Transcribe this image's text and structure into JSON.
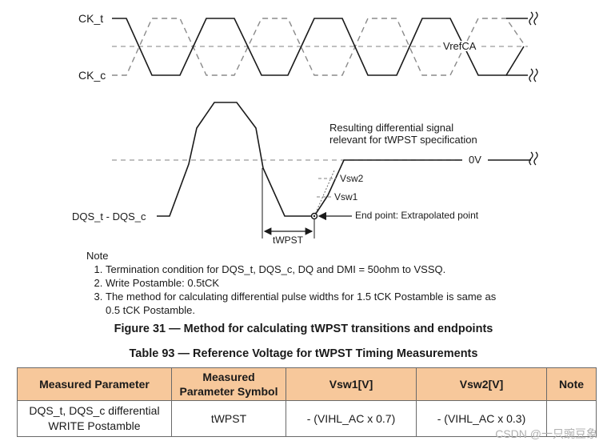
{
  "signals": {
    "ck_t": "CK_t",
    "ck_c": "CK_c",
    "vrefca": "VrefCA",
    "dqs": "DQS_t - DQS_c"
  },
  "annotations": {
    "resulting_line1": "Resulting differential signal",
    "resulting_line2": "relevant for tWPST specification",
    "zero_v": "0V",
    "vsw2": "Vsw2",
    "vsw1": "Vsw1",
    "end_point": "End point: Extrapolated point",
    "twpst": "tWPST"
  },
  "notes": {
    "title": "Note",
    "items": [
      "Termination condition for DQS_t, DQS_c, DQ and DMI = 50ohm to VSSQ.",
      "Write Postamble: 0.5tCK",
      "The method for calculating differential pulse widths for 1.5 tCK Postamble is same as 0.5 tCK Postamble."
    ]
  },
  "figure_caption": "Figure 31 — Method for calculating tWPST transitions and endpoints",
  "table": {
    "caption": "Table 93 — Reference Voltage for tWPST Timing Measurements",
    "headers": [
      "Measured Parameter",
      "Measured Parameter Symbol",
      "Vsw1[V]",
      "Vsw2[V]",
      "Note"
    ],
    "row": [
      "DQS_t, DQS_c differential WRITE Postamble",
      "tWPST",
      "- (VIHL_AC x 0.7)",
      "- (VIHL_AC x 0.3)",
      ""
    ]
  },
  "watermark": "CSDN @一只豌豆象",
  "colors": {
    "header_fill": "#f7c89b",
    "line": "#1a1a1a",
    "dash": "#9a9a9a"
  }
}
